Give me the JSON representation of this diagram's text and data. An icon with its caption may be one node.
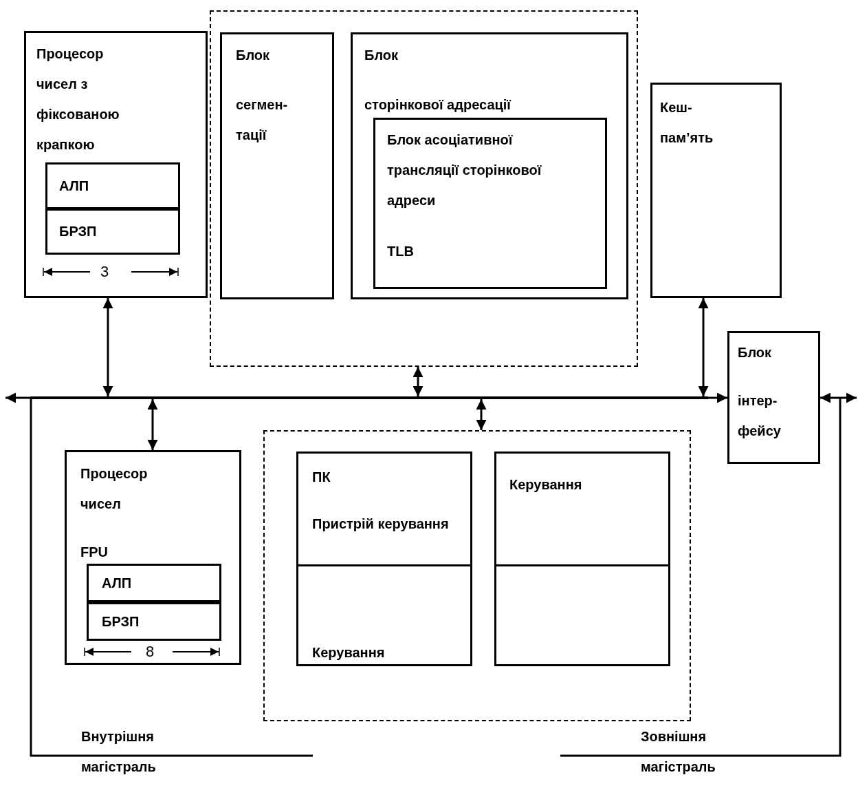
{
  "diagram": {
    "nodes": [
      {
        "text": [
          "Процесор чисел з фіксованою крапкою"
        ]
      },
      {
        "text": [
          "АЛП"
        ],
        "in": 0
      },
      {
        "text": [
          "БРЗП"
        ],
        "in": 0
      },
      {
        "text": [],
        "shape": "box"
      },
      {
        "text": [
          "Блок",
          "сегмен- тації"
        ],
        "in": 3
      },
      {
        "text": [
          "Блок",
          "сторінкової адресації"
        ],
        "in": 3
      },
      {
        "text": [
          "Блок асоціативної трансляції сторінкової адреси",
          "TLB"
        ],
        "in": 5
      },
      {
        "text": [
          "Кеш- пам’ять"
        ]
      },
      {
        "text": [
          "Блок",
          "інтер- фейсу"
        ]
      },
      {
        "text": [
          "Процесор чисел",
          "FPU"
        ]
      },
      {
        "text": [
          "АЛП"
        ],
        "in": 9
      },
      {
        "text": [
          "БРЗП"
        ],
        "in": 9
      },
      {
        "text": [],
        "shape": "box"
      },
      {
        "text": [
          "ПК",
          "Пристрій керування"
        ],
        "in": 12
      },
      {
        "text": [
          "Керування"
        ],
        "in": 12
      },
      {
        "text": [
          "Керування"
        ],
        "in": 12
      },
      {
        "text": [],
        "shape": "box",
        "in": 12
      },
      {
        "text": [],
        "shape": "bar"
      }
    ],
    "edges": [
      {
        "from": 0,
        "to": 17,
        "arrow": "both"
      },
      {
        "from": 3,
        "to": 17,
        "arrow": "both"
      },
      {
        "from": 7,
        "to": 17,
        "arrow": "both"
      },
      {
        "from": 17,
        "to": 9,
        "arrow": "both"
      },
      {
        "from": 17,
        "to": 12,
        "arrow": "both"
      },
      {
        "from": 17,
        "to": null,
        "arrow": "to"
      },
      {
        "from": 17,
        "to": 8,
        "arrow": "to"
      },
      {
        "from": 8,
        "to": null,
        "arrow": "both"
      }
    ],
    "labels": [
      "3",
      "8",
      "Внутрішня магістраль",
      "Зовнішня магістраль"
    ]
  }
}
